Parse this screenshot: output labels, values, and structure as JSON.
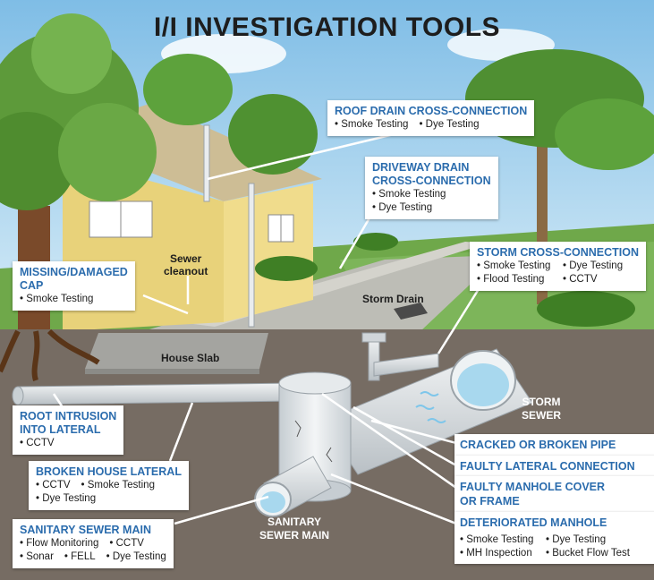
{
  "title": "I/I INVESTIGATION TOOLS",
  "callouts": {
    "roof_drain": {
      "heading": "ROOF DRAIN CROSS-CONNECTION",
      "items": [
        "• Smoke Testing",
        "• Dye Testing"
      ]
    },
    "driveway_drain": {
      "heading_1": "DRIVEWAY DRAIN",
      "heading_2": "CROSS-CONNECTION",
      "items": [
        "• Smoke Testing",
        "• Dye Testing"
      ]
    },
    "storm_cross": {
      "heading": "STORM CROSS-CONNECTION",
      "items": [
        "• Smoke Testing",
        "• Dye Testing",
        "• Flood Testing",
        "• CCTV"
      ]
    },
    "missing_cap": {
      "heading_1": "MISSING/DAMAGED",
      "heading_2": "CAP",
      "items": [
        "• Smoke Testing"
      ]
    },
    "root_intrusion": {
      "heading_1": "ROOT INTRUSION",
      "heading_2": "INTO LATERAL",
      "items": [
        "• CCTV"
      ]
    },
    "broken_lateral": {
      "heading": "BROKEN HOUSE LATERAL",
      "items": [
        "• CCTV",
        "• Smoke Testing",
        "• Dye Testing"
      ]
    },
    "sanitary_main": {
      "heading": "SANITARY SEWER MAIN",
      "items": [
        "• Flow Monitoring",
        "• CCTV",
        "• Sonar",
        "• FELL",
        "• Dye Testing"
      ]
    }
  },
  "problems": {
    "cracked_pipe": "CRACKED OR BROKEN PIPE",
    "faulty_lateral": "FAULTY LATERAL CONNECTION",
    "faulty_cover_1": "FAULTY MANHOLE COVER",
    "faulty_cover_2": "OR FRAME",
    "deteriorated": "DETERIORATED MANHOLE",
    "tools": [
      "• Smoke Testing",
      "• Dye Testing",
      "• MH Inspection",
      "• Bucket Flow Test"
    ]
  },
  "labels": {
    "sewer_cleanout_1": "Sewer",
    "sewer_cleanout_2": "cleanout",
    "storm_drain": "Storm Drain",
    "house_slab": "House Slab",
    "storm_sewer_1": "STORM",
    "storm_sewer_2": "SEWER",
    "sanitary_sewer_main_1": "SANITARY",
    "sanitary_sewer_main_2": "SEWER MAIN"
  },
  "colors": {
    "sky": "#a9d3ee",
    "ground": "#766c63",
    "grass": "#5a9a3a",
    "house": "#e9d37a",
    "roof": "#c5b48a",
    "pipe": "#d9dde0",
    "accent_blue": "#2b6cad"
  }
}
